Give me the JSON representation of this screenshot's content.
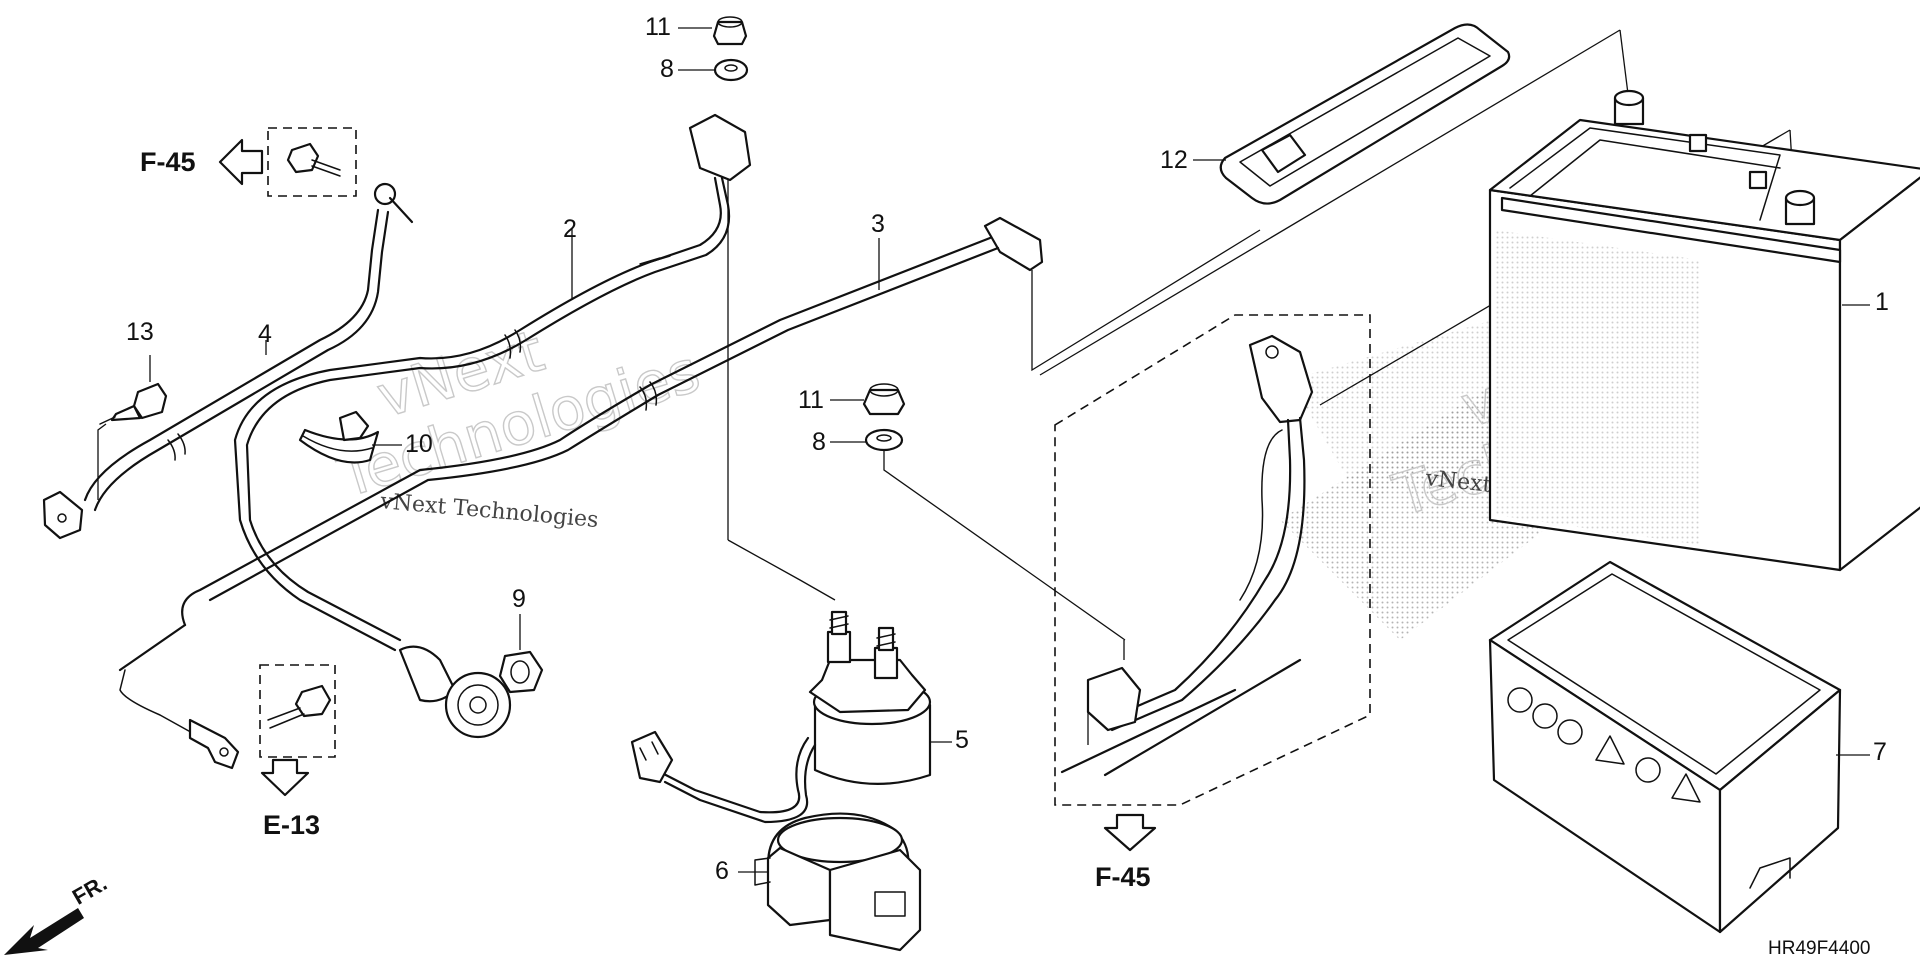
{
  "diagram": {
    "part_numbers": {
      "p1": "1",
      "p2": "2",
      "p3": "3",
      "p4": "4",
      "p5": "5",
      "p6": "6",
      "p7": "7",
      "p8a": "8",
      "p8b": "8",
      "p9": "9",
      "p10": "10",
      "p11a": "11",
      "p11b": "11",
      "p12": "12",
      "p13": "13"
    },
    "references": {
      "ref_top_left": "F-45",
      "ref_bottom_left": "E-13",
      "ref_bottom_center": "F-45",
      "front": "FR."
    },
    "drawing_code": "HR49F4400",
    "watermark": {
      "line1": "vNext",
      "line2": "Technologies",
      "caption": "vNext Technologies"
    }
  }
}
